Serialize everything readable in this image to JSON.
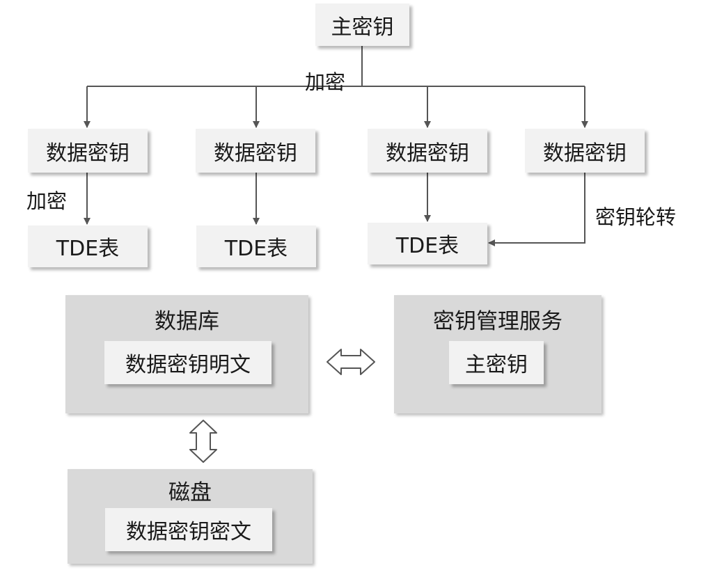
{
  "tree": {
    "master_key": "主密钥",
    "encrypt_label_top": "加密",
    "data_keys": [
      "数据密钥",
      "数据密钥",
      "数据密钥",
      "数据密钥"
    ],
    "encrypt_label_left": "加密",
    "tde_tables": [
      "TDE表",
      "TDE表",
      "TDE表"
    ],
    "rotation_label": "密钥轮转"
  },
  "database": {
    "title": "数据库",
    "inner": "数据密钥明文"
  },
  "kms": {
    "title": "密钥管理服务",
    "inner": "主密钥"
  },
  "disk": {
    "title": "磁盘",
    "inner": "数据密钥密文"
  },
  "colors": {
    "box_fill": "#f2f2f2",
    "panel_fill": "#d9d9d9",
    "connector": "#555555"
  }
}
